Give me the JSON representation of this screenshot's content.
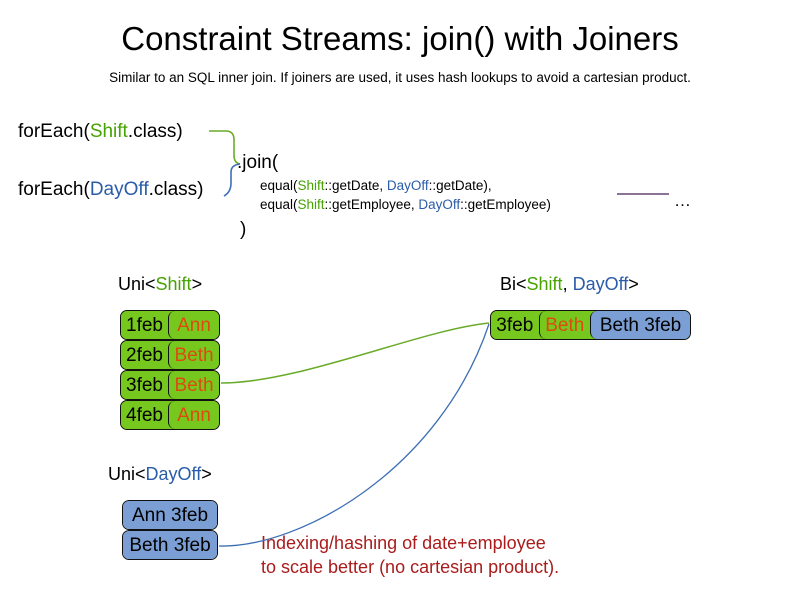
{
  "slide": {
    "title": "Constraint Streams: join() with Joiners",
    "subtitle": "Similar to an SQL inner join. If joiners are used, it uses hash lookups to avoid a cartesian product."
  },
  "colors": {
    "shift_class": "#46a302",
    "dayoff_class": "#2a5caa",
    "green_fact": "#76c81e",
    "blue_fact": "#7b9fd4",
    "name_text": "#dd4b11",
    "annotation": "#aa1c1c",
    "connector_green": "#6aab2a",
    "connector_blue": "#3d6fb5",
    "ellipsis_line": "#7a5f85"
  },
  "code": {
    "foreach_shift": {
      "prefix": "forEach(",
      "class_name": "Shift",
      "suffix": ".class)"
    },
    "foreach_dayoff": {
      "prefix": "forEach(",
      "class_name": "DayOff",
      "suffix": ".class)"
    },
    "join_open": ".join(",
    "join_close": ")",
    "args": [
      {
        "prefix": "equal(",
        "left_class": "Shift",
        "left_method": "::getDate, ",
        "right_class": "DayOff",
        "right_method": "::getDate),"
      },
      {
        "prefix": "equal(",
        "left_class": "Shift",
        "left_method": "::getEmployee, ",
        "right_class": "DayOff",
        "right_method": "::getEmployee)"
      }
    ],
    "ellipsis": "…"
  },
  "streams": {
    "uni_shift": {
      "label_prefix": "Uni<",
      "label_class": "Shift",
      "label_suffix": ">",
      "rows": [
        {
          "date": "1feb",
          "employee": "Ann"
        },
        {
          "date": "2feb",
          "employee": "Beth"
        },
        {
          "date": "3feb",
          "employee": "Beth"
        },
        {
          "date": "4feb",
          "employee": "Ann"
        }
      ]
    },
    "uni_dayoff": {
      "label_prefix": "Uni<",
      "label_class": "DayOff",
      "label_suffix": ">",
      "rows": [
        {
          "pair": "Ann 3feb"
        },
        {
          "pair": "Beth 3feb"
        }
      ]
    },
    "bi": {
      "label_prefix": "Bi<",
      "label_class_a": "Shift",
      "label_middle": ", ",
      "label_class_b": "DayOff",
      "label_suffix": ">",
      "row": {
        "date": "3feb",
        "employee": "Beth",
        "pair": "Beth 3feb"
      }
    }
  },
  "annotation": {
    "line1": "Indexing/hashing of date+employee",
    "line2": "to scale better (no cartesian product)."
  }
}
